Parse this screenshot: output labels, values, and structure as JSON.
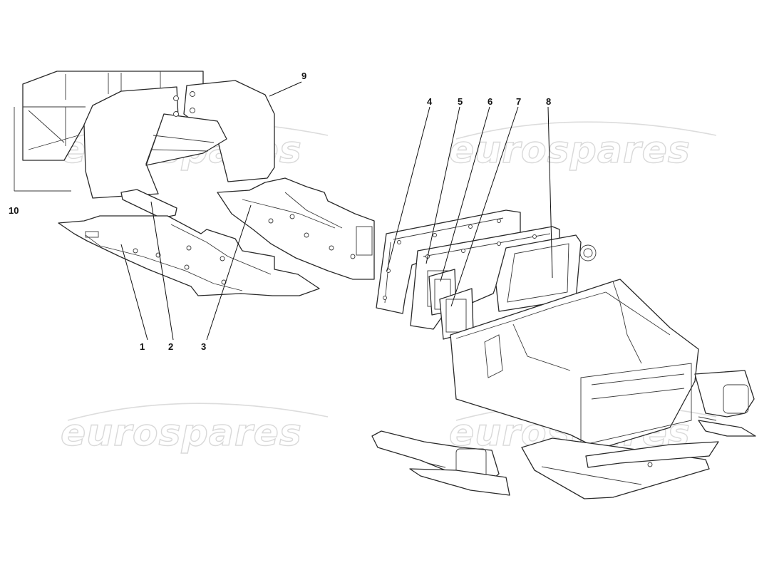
{
  "watermark": {
    "text": "eurospares"
  },
  "callouts": {
    "c1": "1",
    "c2": "2",
    "c3": "3",
    "c4": "4",
    "c5": "5",
    "c6": "6",
    "c7": "7",
    "c8": "8",
    "c9": "9",
    "c10": "10"
  },
  "colors": {
    "line": "#2a2a2a",
    "watermark": "#d9d9d9",
    "background": "#ffffff"
  }
}
